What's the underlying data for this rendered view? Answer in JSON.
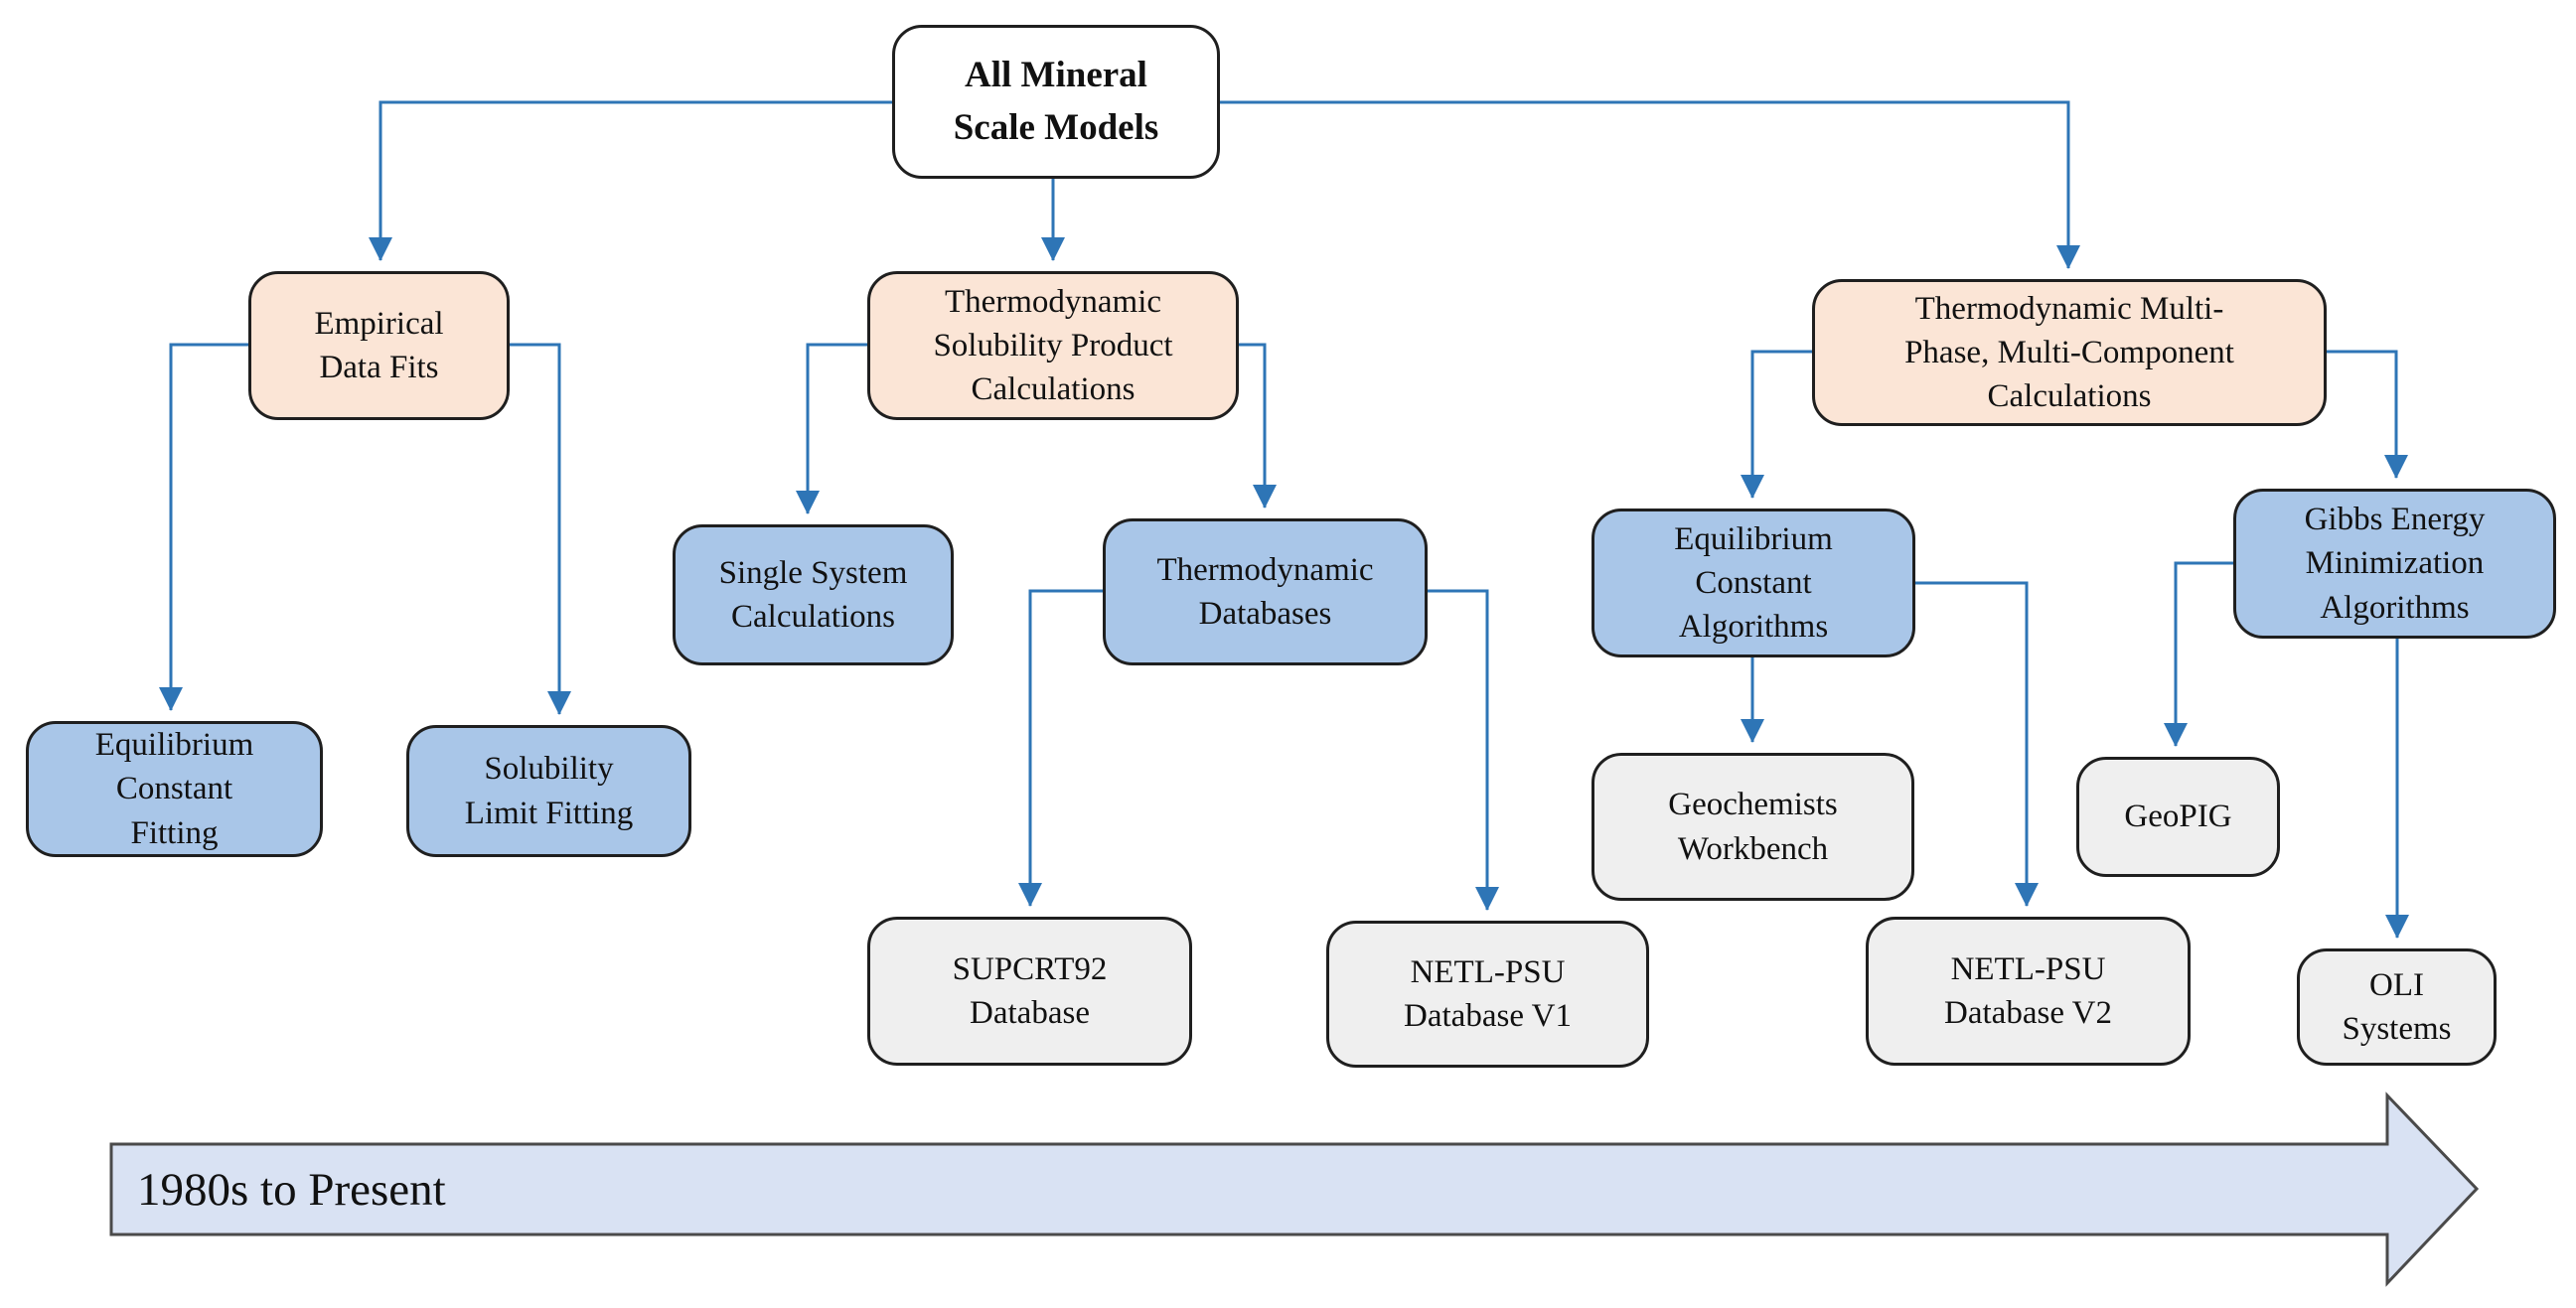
{
  "colors": {
    "connector": "#2E75B6",
    "root_fill": "#FFFFFF",
    "category_fill": "#FBE5D6",
    "method_fill": "#A9C6E8",
    "tool_fill": "#EFEFEF",
    "timeline_fill": "#D9E2F3",
    "timeline_border": "#4A4A4A",
    "node_border": "#1F1F1F",
    "text": "#111111"
  },
  "nodes": {
    "root": {
      "label": "All Mineral\nScale Models",
      "tier": "root"
    },
    "empirical": {
      "label": "Empirical\nData Fits",
      "tier": "category"
    },
    "solubility": {
      "label": "Thermodynamic\nSolubility Product\nCalculations",
      "tier": "category"
    },
    "multiphase": {
      "label": "Thermodynamic Multi-\nPhase, Multi-Component\nCalculations",
      "tier": "category"
    },
    "single": {
      "label": "Single System\nCalculations",
      "tier": "method"
    },
    "databases": {
      "label": "Thermodynamic\nDatabases",
      "tier": "method"
    },
    "eqalgo": {
      "label": "Equilibrium\nConstant\nAlgorithms",
      "tier": "method"
    },
    "gibbs": {
      "label": "Gibbs Energy\nMinimization\nAlgorithms",
      "tier": "method"
    },
    "eqfit": {
      "label": "Equilibrium\nConstant\nFitting",
      "tier": "method"
    },
    "solfit": {
      "label": "Solubility\nLimit Fitting",
      "tier": "method"
    },
    "geowb": {
      "label": "Geochemists\nWorkbench",
      "tier": "tool"
    },
    "geopig": {
      "label": "GeoPIG",
      "tier": "tool"
    },
    "supcrt": {
      "label": "SUPCRT92\nDatabase",
      "tier": "tool"
    },
    "netl1": {
      "label": "NETL-PSU\nDatabase V1",
      "tier": "tool"
    },
    "netl2": {
      "label": "NETL-PSU\nDatabase V2",
      "tier": "tool"
    },
    "oli": {
      "label": "OLI\nSystems",
      "tier": "tool"
    }
  },
  "edges": [
    {
      "from": "root",
      "to": "empirical"
    },
    {
      "from": "root",
      "to": "solubility"
    },
    {
      "from": "root",
      "to": "multiphase"
    },
    {
      "from": "empirical",
      "to": "eqfit"
    },
    {
      "from": "empirical",
      "to": "solfit"
    },
    {
      "from": "solubility",
      "to": "single"
    },
    {
      "from": "solubility",
      "to": "databases"
    },
    {
      "from": "databases",
      "to": "supcrt"
    },
    {
      "from": "databases",
      "to": "netl1"
    },
    {
      "from": "multiphase",
      "to": "eqalgo"
    },
    {
      "from": "multiphase",
      "to": "gibbs"
    },
    {
      "from": "eqalgo",
      "to": "geowb"
    },
    {
      "from": "eqalgo",
      "to": "netl2"
    },
    {
      "from": "gibbs",
      "to": "geopig"
    },
    {
      "from": "gibbs",
      "to": "oli"
    }
  ],
  "timeline": {
    "label": "1980s to Present"
  }
}
